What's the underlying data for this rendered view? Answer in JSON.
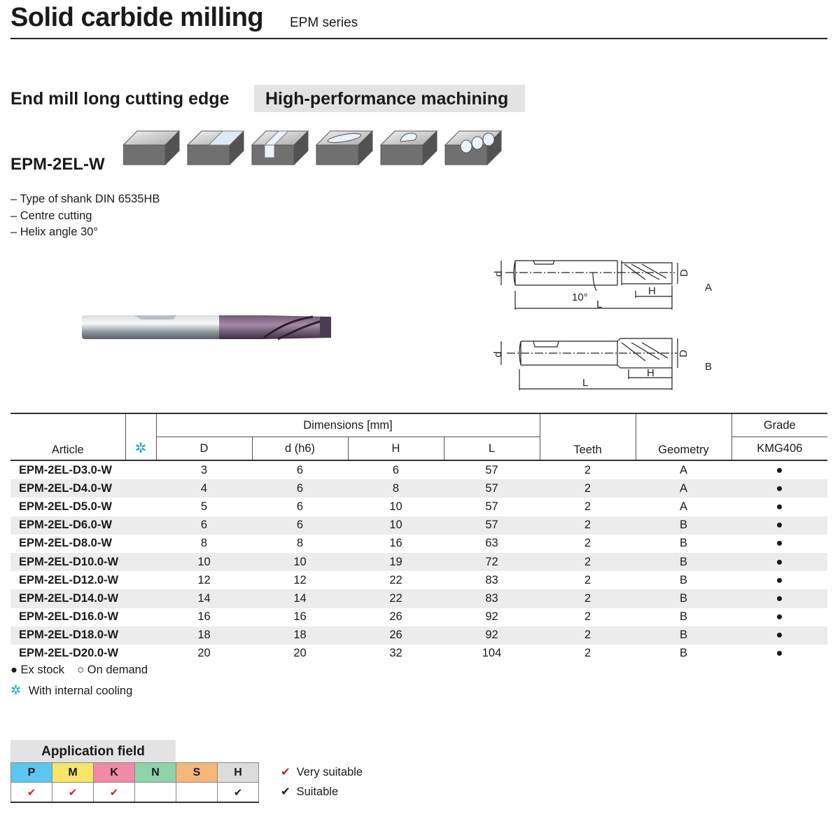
{
  "header": {
    "title": "Solid carbide milling",
    "series": "EPM series"
  },
  "subheading": {
    "left": "End mill long cutting edge",
    "right": "High-performance machining"
  },
  "product": {
    "name": "EPM-2EL-W",
    "features": [
      "– Type of shank DIN 6535HB",
      "– Centre cutting",
      "– Helix angle 30°"
    ]
  },
  "drawing": {
    "angle": "10°",
    "label_d": "d",
    "label_D": "D",
    "label_H": "H",
    "label_L": "L",
    "geometry_a": "A",
    "geometry_b": "B"
  },
  "table": {
    "header": {
      "article": "Article",
      "cooling_symbol": "✲",
      "dimensions": "Dimensions [mm]",
      "D": "D",
      "d": "d (h6)",
      "H": "H",
      "L": "L",
      "teeth": "Teeth",
      "geometry": "Geometry",
      "grade": "Grade",
      "grade_name": "KMG406"
    },
    "rows": [
      {
        "article": "EPM-2EL-D3.0-W",
        "D": "3",
        "d": "6",
        "H": "6",
        "L": "57",
        "teeth": "2",
        "geometry": "A",
        "stock": "●"
      },
      {
        "article": "EPM-2EL-D4.0-W",
        "D": "4",
        "d": "6",
        "H": "8",
        "L": "57",
        "teeth": "2",
        "geometry": "A",
        "stock": "●"
      },
      {
        "article": "EPM-2EL-D5.0-W",
        "D": "5",
        "d": "6",
        "H": "10",
        "L": "57",
        "teeth": "2",
        "geometry": "A",
        "stock": "●"
      },
      {
        "article": "EPM-2EL-D6.0-W",
        "D": "6",
        "d": "6",
        "H": "10",
        "L": "57",
        "teeth": "2",
        "geometry": "B",
        "stock": "●"
      },
      {
        "article": "EPM-2EL-D8.0-W",
        "D": "8",
        "d": "8",
        "H": "16",
        "L": "63",
        "teeth": "2",
        "geometry": "B",
        "stock": "●"
      },
      {
        "article": "EPM-2EL-D10.0-W",
        "D": "10",
        "d": "10",
        "H": "19",
        "L": "72",
        "teeth": "2",
        "geometry": "B",
        "stock": "●"
      },
      {
        "article": "EPM-2EL-D12.0-W",
        "D": "12",
        "d": "12",
        "H": "22",
        "L": "83",
        "teeth": "2",
        "geometry": "B",
        "stock": "●"
      },
      {
        "article": "EPM-2EL-D14.0-W",
        "D": "14",
        "d": "14",
        "H": "22",
        "L": "83",
        "teeth": "2",
        "geometry": "B",
        "stock": "●"
      },
      {
        "article": "EPM-2EL-D16.0-W",
        "D": "16",
        "d": "16",
        "H": "26",
        "L": "92",
        "teeth": "2",
        "geometry": "B",
        "stock": "●"
      },
      {
        "article": "EPM-2EL-D18.0-W",
        "D": "18",
        "d": "18",
        "H": "26",
        "L": "92",
        "teeth": "2",
        "geometry": "B",
        "stock": "●"
      },
      {
        "article": "EPM-2EL-D20.0-W",
        "D": "20",
        "d": "20",
        "H": "32",
        "L": "104",
        "teeth": "2",
        "geometry": "B",
        "stock": "●"
      }
    ]
  },
  "legend": {
    "ex_stock": "● Ex stock",
    "on_demand": "○ On demand",
    "cooling_symbol": "✲",
    "cooling": "With internal cooling"
  },
  "application": {
    "title": "Application field",
    "groups": [
      {
        "label": "P",
        "color": "#5bc6ef",
        "mark": "✔",
        "mark_type": "red"
      },
      {
        "label": "M",
        "color": "#f5e66a",
        "mark": "✔",
        "mark_type": "red"
      },
      {
        "label": "K",
        "color": "#f08aa6",
        "mark": "✔",
        "mark_type": "red"
      },
      {
        "label": "N",
        "color": "#8ed3a9",
        "mark": "",
        "mark_type": ""
      },
      {
        "label": "S",
        "color": "#f7b67a",
        "mark": "",
        "mark_type": ""
      },
      {
        "label": "H",
        "color": "#dcdcdc",
        "mark": "✔",
        "mark_type": "black"
      }
    ],
    "very_suitable": "Very suitable",
    "suitable": "Suitable",
    "very_suitable_mark": "✔",
    "suitable_mark": "✔",
    "colors": {
      "very_suitable": "#d0202c",
      "suitable": "#222222"
    }
  }
}
